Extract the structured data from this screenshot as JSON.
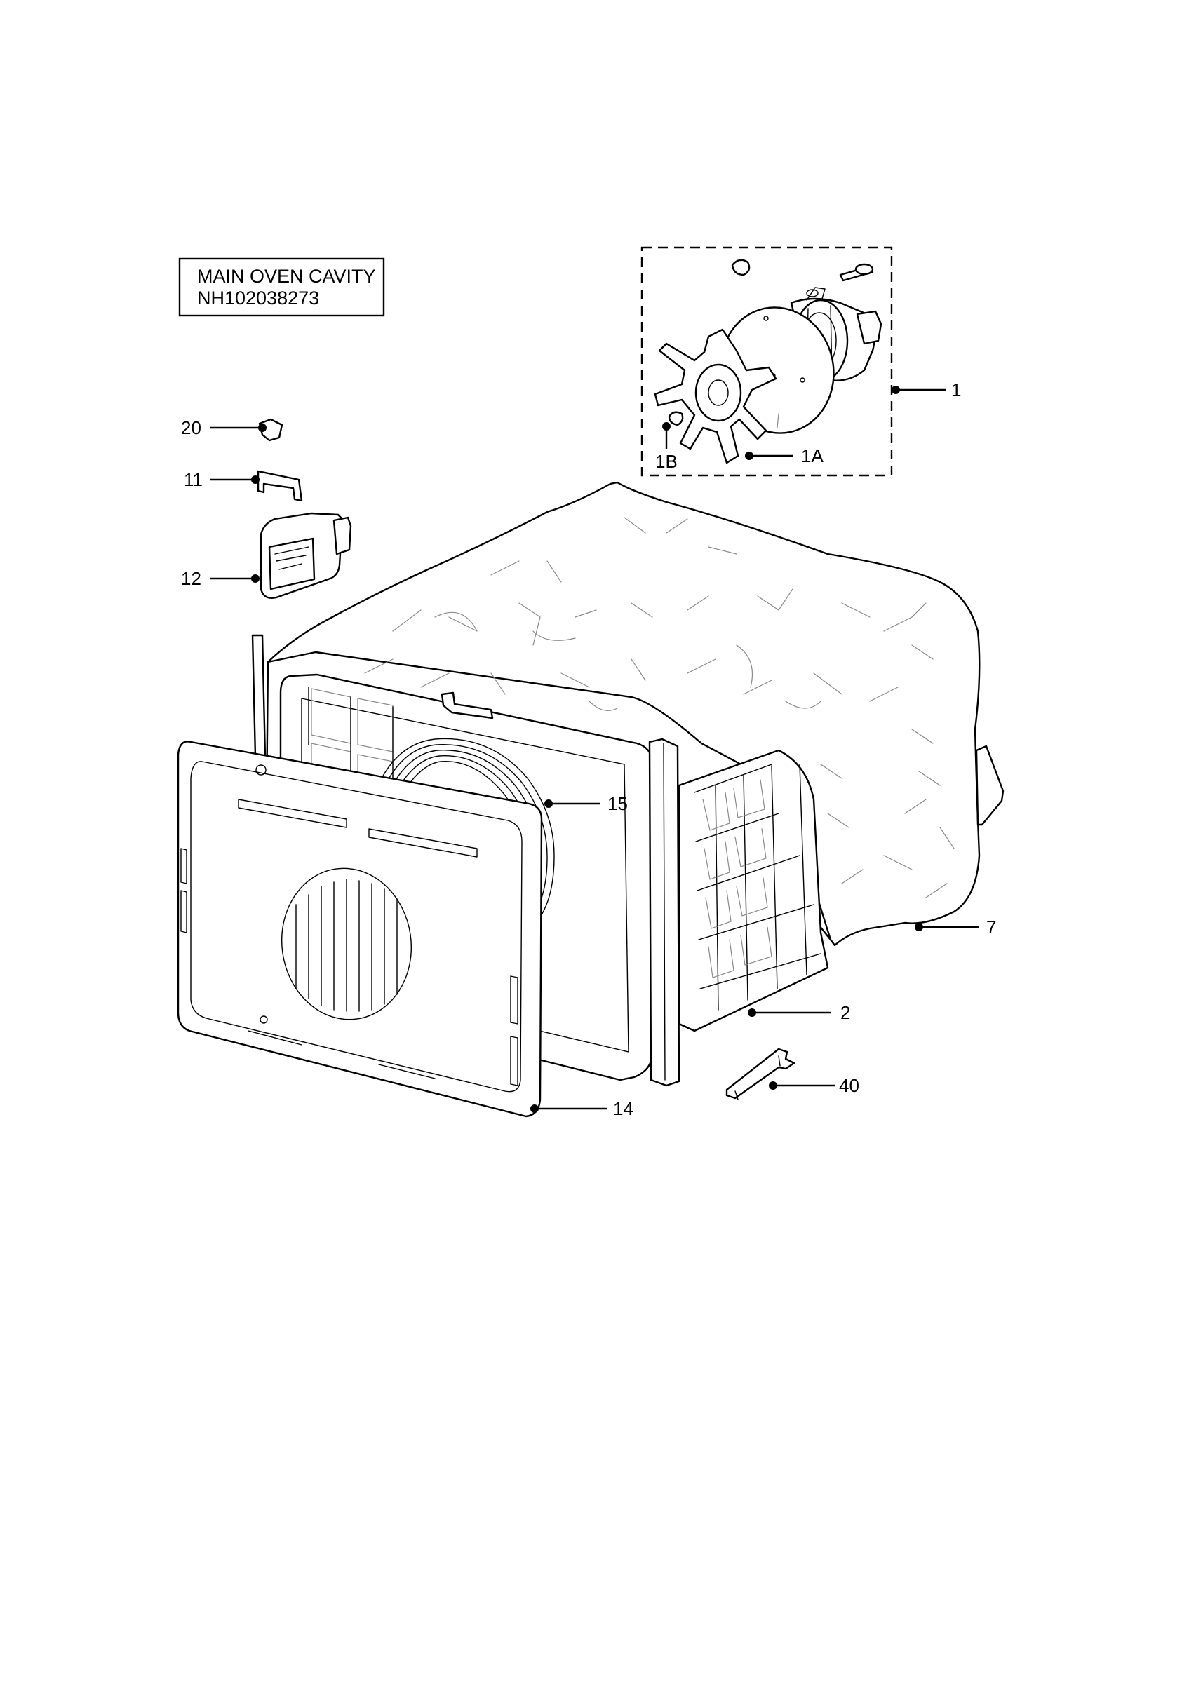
{
  "title_box": {
    "line1": "MAIN OVEN CAVITY",
    "line2": "NH102038273"
  },
  "callouts": [
    {
      "id": "20",
      "label": "20"
    },
    {
      "id": "11",
      "label": "11"
    },
    {
      "id": "12",
      "label": "12"
    },
    {
      "id": "1",
      "label": "1"
    },
    {
      "id": "1A",
      "label": "1A"
    },
    {
      "id": "1B",
      "label": "1B"
    },
    {
      "id": "15",
      "label": "15"
    },
    {
      "id": "7",
      "label": "7"
    },
    {
      "id": "2",
      "label": "2"
    },
    {
      "id": "40",
      "label": "40"
    },
    {
      "id": "14",
      "label": "14"
    }
  ]
}
